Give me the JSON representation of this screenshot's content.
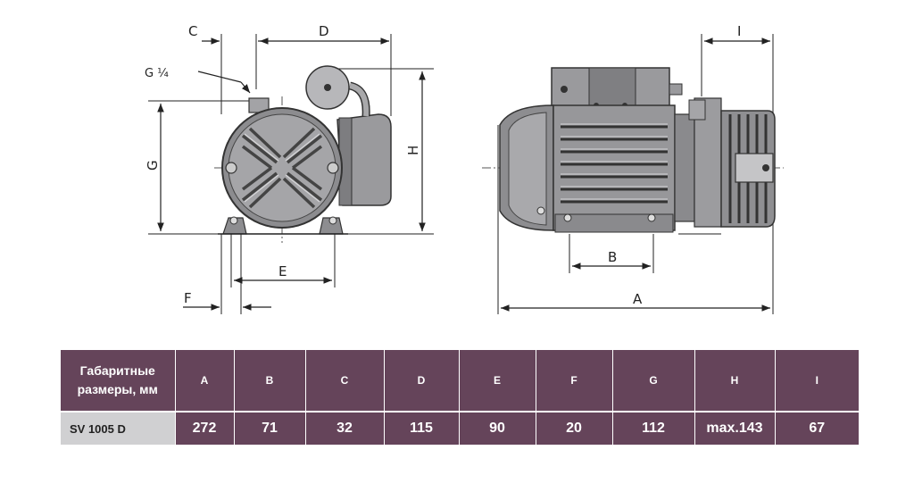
{
  "dimension_letters": {
    "A": "A",
    "B": "B",
    "C": "C",
    "D": "D",
    "E": "E",
    "F": "F",
    "G": "G",
    "H": "H",
    "I": "I"
  },
  "port_label": "G ¼",
  "table": {
    "header_label_line1": "Габаритные",
    "header_label_line2": "размеры, мм",
    "columns": [
      "A",
      "B",
      "C",
      "D",
      "E",
      "F",
      "G",
      "H",
      "I"
    ],
    "model": "SV 1005 D",
    "values": [
      "272",
      "71",
      "32",
      "115",
      "90",
      "20",
      "112",
      "max.143",
      "67"
    ]
  }
}
